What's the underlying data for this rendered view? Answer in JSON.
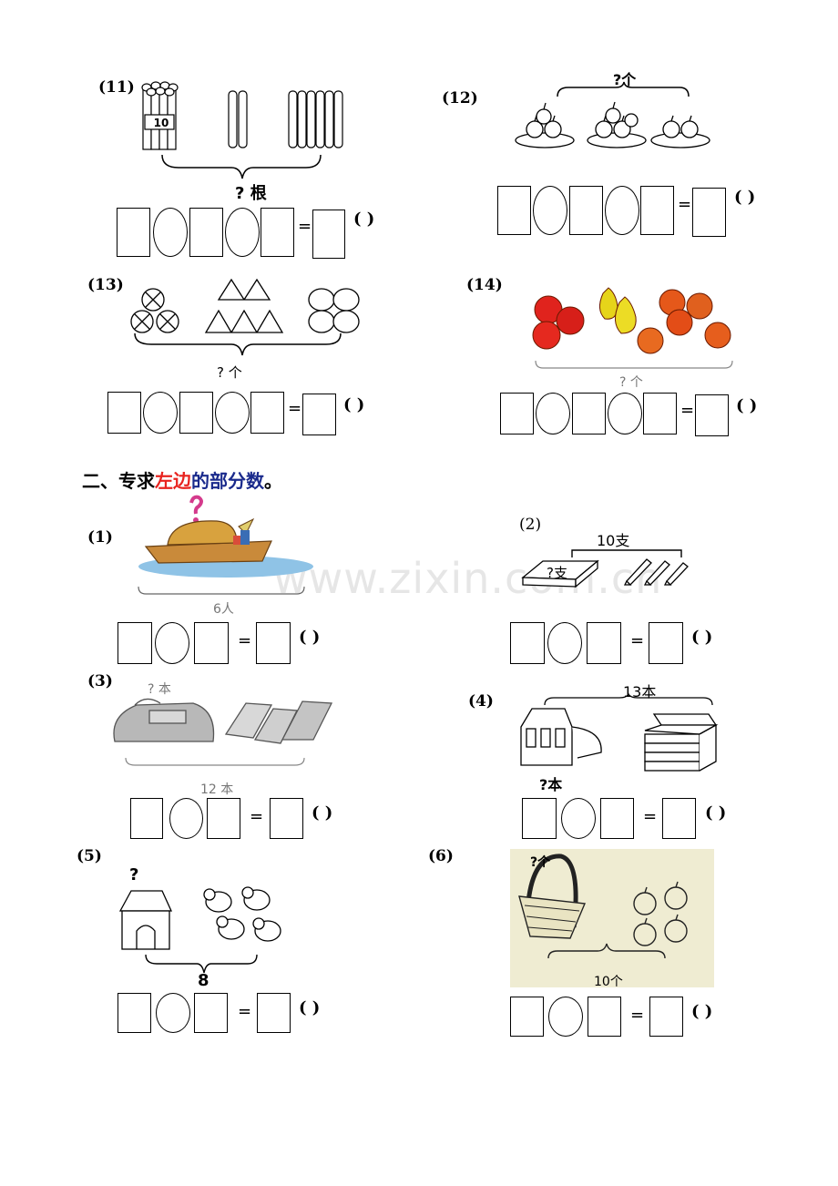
{
  "watermark": "www.zixin.com.cn",
  "section_heading": {
    "prefix": "二、专求",
    "left": "左边",
    "mid": "的",
    "part": "部分数",
    "suffix": "。",
    "colors": {
      "left": "#e8231f",
      "part": "#1a2a8c",
      "normal": "#000000"
    }
  },
  "paren": "(    )",
  "equals": "=",
  "problems": [
    {
      "number": "(11)",
      "label": "? 根",
      "bundle_label": "10"
    },
    {
      "number": "(12)",
      "label": "?个"
    },
    {
      "number": "(13)",
      "label": "? 个"
    },
    {
      "number": "(14)",
      "label": "? 个"
    },
    {
      "number": "(1)",
      "label": "6人"
    },
    {
      "number": "(2)",
      "label_total": "10支",
      "label_part": "?支"
    },
    {
      "number": "(3)",
      "label_part": "? 本",
      "label_total": "12 本"
    },
    {
      "number": "(4)",
      "label_total": "13本",
      "label_part": "?本"
    },
    {
      "number": "(5)",
      "label_part": "?",
      "label_total": "8"
    },
    {
      "number": "(6)",
      "label_part": "?个",
      "label_total": "10个"
    }
  ]
}
